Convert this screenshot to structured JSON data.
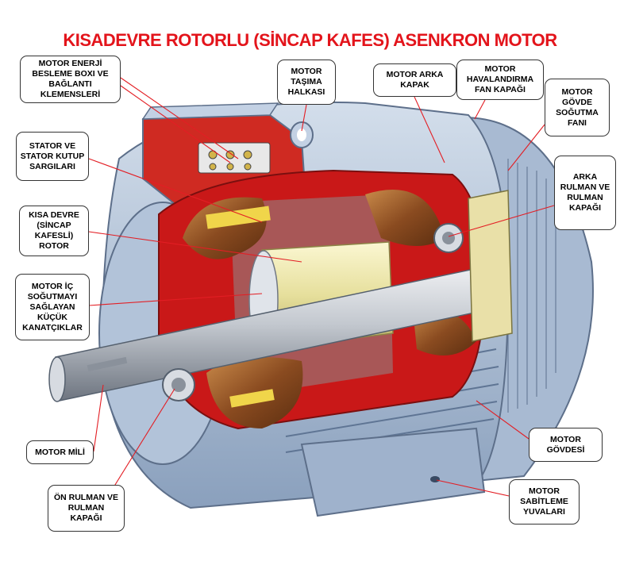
{
  "title": "KISADEVRE ROTORLU (SİNCAP KAFES) ASENKRON MOTOR",
  "colors": {
    "title": "#e3141b",
    "leader": "#e31e24",
    "housing": "#b9c9de",
    "housing_dark": "#7f95b5",
    "interior_red": "#c91818",
    "copper": "#9b5a2a",
    "rotor": "#e7e2a8",
    "shaft": "#c8ccd2"
  },
  "callouts": {
    "terminal_box": "MOTOR ENERJİ BESLEME BOXI VE BAĞLANTI KLEMENSLERİ",
    "lifting_ring": "MOTOR TAŞIMA HALKASI",
    "rear_cover": "MOTOR ARKA KAPAK",
    "fan_cover": "MOTOR HAVALANDIRMA FAN KAPAĞI",
    "cooling_fan": "MOTOR GÖVDE SOĞUTMA FANI",
    "stator": "STATOR VE STATOR KUTUP SARGILARI",
    "rear_bearing": "ARKA RULMAN VE RULMAN KAPAĞI",
    "rotor": "KISA DEVRE (SİNCAP KAFESLİ) ROTOR",
    "inner_fins": "MOTOR İÇ SOĞUTMAYI SAĞLAYAN KÜÇÜK KANATÇIKLAR",
    "shaft": "MOTOR MİLİ",
    "body": "MOTOR GÖVDESİ",
    "front_bearing": "ÖN RULMAN VE RULMAN KAPAĞI",
    "mounting_holes": "MOTOR SABİTLEME YUVALARI"
  }
}
